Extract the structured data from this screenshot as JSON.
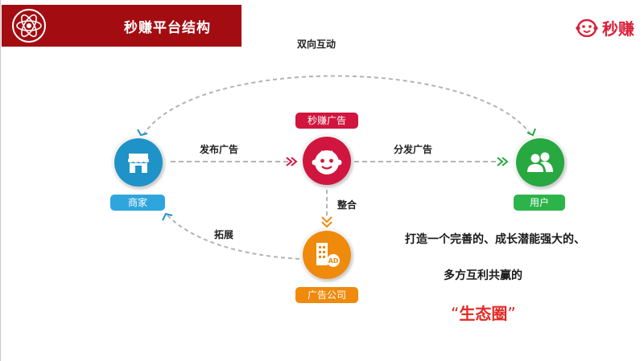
{
  "header": {
    "title": "秒赚平台结构",
    "brand_name": "秒赚"
  },
  "diagram": {
    "top_link_label": "双向互动",
    "nodes": {
      "merchant": {
        "label": "商家",
        "icon": "store-icon",
        "color": "#1f93c7"
      },
      "platform": {
        "label": "秒赚广告",
        "icon": "robot-face-icon",
        "color": "#d0163f"
      },
      "user": {
        "label": "用户",
        "icon": "users-icon",
        "color": "#27a841"
      },
      "agency": {
        "label": "广告公司",
        "icon": "building-ad-icon",
        "color": "#ef8a0c"
      }
    },
    "edges": {
      "publish": "发布广告",
      "distribute": "分发广告",
      "integrate": "整合",
      "expand": "拓展"
    }
  },
  "tagline": {
    "line1": "打造一个完善的、成长潜能强大的、",
    "line2": "多方互利共赢的",
    "eco_open": "“",
    "eco_text": "生态圈",
    "eco_close": "”"
  },
  "colors": {
    "header_bg": "#a30d12",
    "accent_red": "#e32a25",
    "dash_gray": "#aaaaaa",
    "arrow_red": "#d0163f",
    "arrow_green": "#27a841",
    "arrow_blue": "#1f93c7",
    "arrow_orange": "#ef8a0c"
  }
}
